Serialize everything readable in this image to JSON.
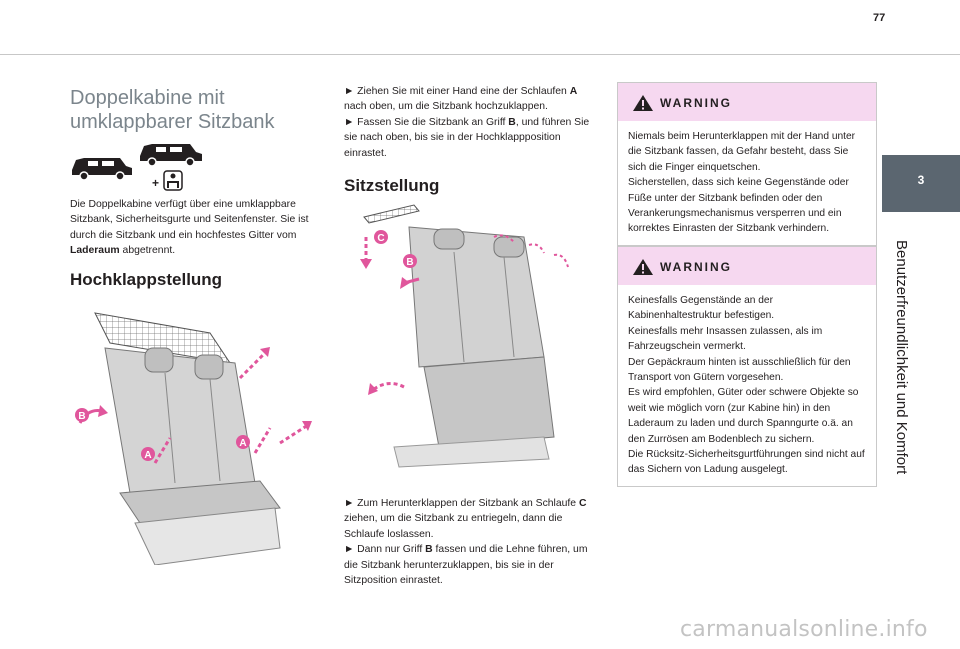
{
  "page_number": "77",
  "side_tab": {
    "number": "3",
    "title": "Benutzerfreundlichkeit und Komfort"
  },
  "col1": {
    "heading": "Doppelkabine mit umklappbarer Sitzbank",
    "intro_pre": "Die Doppelkabine verfügt über eine umklappbare Sitzbank, Sicherheitsgurte und Seitenfenster. Sie ist durch die Sitzbank und ein hochfestes Gitter vom ",
    "intro_bold": "Laderaum",
    "intro_post": " abgetrennt.",
    "subheading": "Hochklappstellung"
  },
  "col2": {
    "step1_pre": "► Ziehen Sie mit einer Hand eine der Schlaufen ",
    "step1_bold": "A",
    "step1_post": " nach oben, um die Sitzbank hochzuklappen.",
    "step2_pre": "► Fassen Sie die Sitzbank an Griff ",
    "step2_bold": "B",
    "step2_post": ", und führen Sie sie nach oben, bis sie in der Hochklappposition einrastet.",
    "subheading": "Sitzstellung",
    "step3_pre": "► Zum Herunterklappen der Sitzbank an Schlaufe ",
    "step3_bold": "C",
    "step3_post": " ziehen, um die Sitzbank zu entriegeln, dann die Schlaufe loslassen.",
    "step4_pre": "► Dann nur Griff ",
    "step4_bold": "B",
    "step4_post": " fassen und die Lehne führen, um die Sitzbank herunterzuklappen, bis sie in der Sitzposition einrastet."
  },
  "warning1": {
    "title": "WARNING",
    "lines": [
      "Niemals beim Herunterklappen mit der Hand unter die Sitzbank fassen, da Gefahr besteht, dass Sie sich die Finger einquetschen.",
      "Sicherstellen, dass sich keine Gegenstände oder Füße unter der Sitzbank befinden oder den Verankerungsmechanismus versperren und ein korrektes Einrasten der Sitzbank verhindern."
    ]
  },
  "warning2": {
    "title": "WARNING",
    "lines": [
      "Keinesfalls Gegenstände an der Kabinenhaltestruktur befestigen.",
      "Keinesfalls mehr Insassen zulassen, als im Fahrzeugschein vermerkt.",
      "Der Gepäckraum hinten ist ausschließlich für den Transport von Gütern vorgesehen.",
      "Es wird empfohlen, Güter oder schwere Objekte so weit wie möglich vorn (zur Kabine hin) in den Laderaum zu laden und durch Spanngurte o.ä. an den Zurrösen am Bodenblech zu sichern.",
      "Die Rücksitz-Sicherheitsgurtführungen sind nicht auf das Sichern von Ladung ausgelegt."
    ]
  },
  "labels": {
    "a": "A",
    "b": "B",
    "c": "C"
  },
  "watermark": "carmanualsonline.info",
  "colors": {
    "accent_pink": "#e0569c",
    "warning_header": "#f6d8f0",
    "tab": "#5b6670",
    "heading_gray": "#7b858c"
  }
}
